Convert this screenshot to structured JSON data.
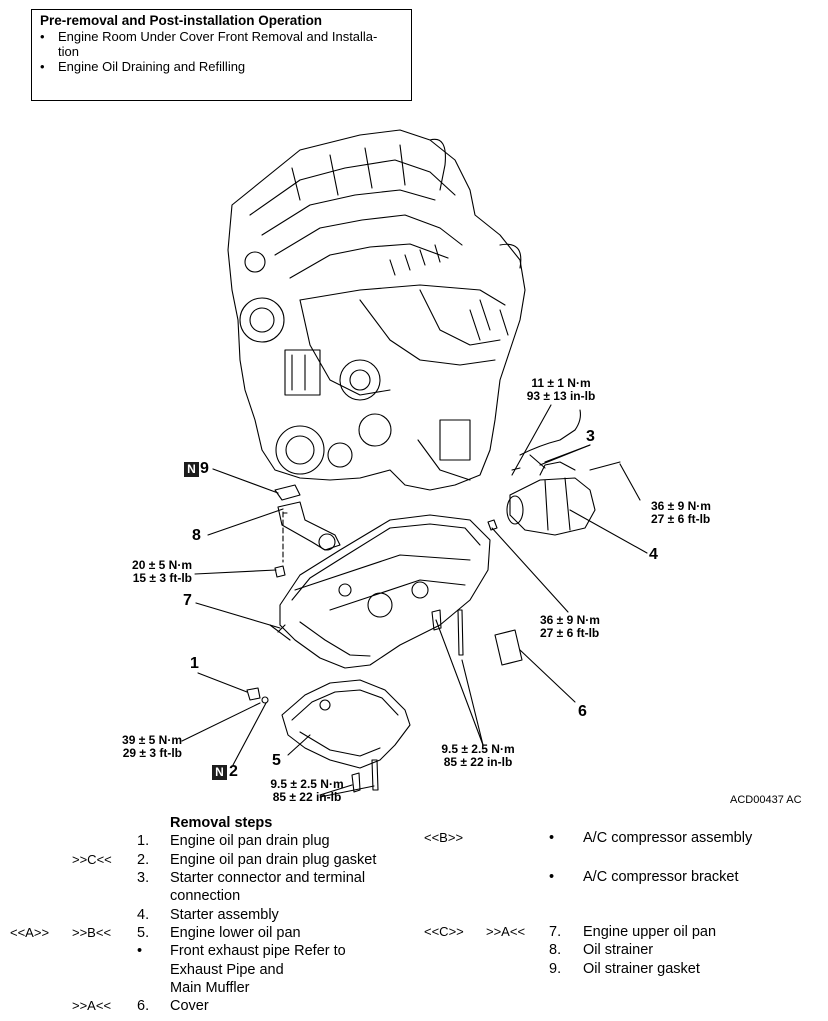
{
  "info_box": {
    "title": "Pre-removal and Post-installation Operation",
    "items": [
      "Engine Room Under Cover Front Removal and Installa-",
      "tion",
      "Engine Oil Draining and Refilling"
    ]
  },
  "callouts": {
    "c1": "1",
    "c2": "2",
    "c3": "3",
    "c4": "4",
    "c5": "5",
    "c6": "6",
    "c7": "7",
    "c8": "8",
    "c9": "9",
    "n": "N"
  },
  "torques": {
    "t_top_1": "11 ± 1 N·m",
    "t_top_2": "93 ± 13 in-lb",
    "t_right_1": "36 ± 9 N·m",
    "t_right_2": "27 ± 6 ft-lb",
    "t_mid_1": "36 ± 9 N·m",
    "t_mid_2": "27 ± 6 ft-lb",
    "t_left_1": "20 ± 5 N·m",
    "t_left_2": "15 ± 3 ft-lb",
    "t_drain_1": "39 ± 5 N·m",
    "t_drain_2": "29 ± 3 ft-lb",
    "t_low_1": "9.5 ± 2.5 N·m",
    "t_low_2": "85 ± 22 in-lb",
    "t_bot_1": "9.5 ± 2.5 N·m",
    "t_bot_2": "85 ± 22 in-lb"
  },
  "figure_code": "ACD00437 AC",
  "steps": {
    "heading": "Removal steps",
    "left": [
      {
        "a": "",
        "b": "",
        "n": "1.",
        "t": "Engine oil pan drain plug"
      },
      {
        "a": "",
        "b": ">>C<<",
        "n": "2.",
        "t": "Engine oil pan drain plug gasket"
      },
      {
        "a": "",
        "b": "",
        "n": "3.",
        "t": "Starter connector and terminal"
      },
      {
        "a": "",
        "b": "",
        "n": "",
        "t": "connection"
      },
      {
        "a": "",
        "b": "",
        "n": "4.",
        "t": "Starter assembly"
      },
      {
        "a": "<<A>>",
        "b": ">>B<<",
        "n": "5.",
        "t": "Engine lower oil pan"
      },
      {
        "a": "",
        "b": "",
        "n": "•",
        "t": "Front exhaust pipe  Refer to"
      },
      {
        "a": "",
        "b": "",
        "n": "",
        "t": "Exhaust Pipe and"
      },
      {
        "a": "",
        "b": "",
        "n": "",
        "t": "Main Muffler"
      },
      {
        "a": "",
        "b": ">>A<<",
        "n": "6.",
        "t": "Cover"
      }
    ],
    "right": [
      {
        "a": "<<B>>",
        "b": "",
        "n": "•",
        "t": "A/C compressor assembly"
      },
      {
        "a": "",
        "b": "",
        "n": "•",
        "t": "A/C compressor bracket"
      },
      {
        "a": "<<C>>",
        "b": ">>A<<",
        "n": "7.",
        "t": "Engine upper oil pan"
      },
      {
        "a": "",
        "b": "",
        "n": "8.",
        "t": "Oil strainer"
      },
      {
        "a": "",
        "b": "",
        "n": "9.",
        "t": "Oil strainer gasket"
      }
    ]
  }
}
